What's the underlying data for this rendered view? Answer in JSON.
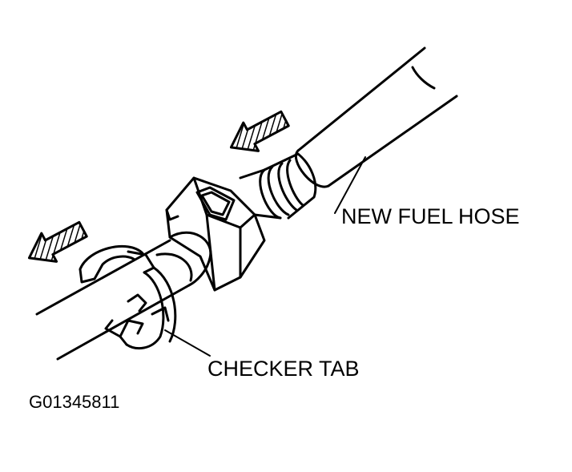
{
  "labels": {
    "new_fuel_hose": "NEW FUEL HOSE",
    "checker_tab": "CHECKER TAB",
    "figure_code": "G01345811"
  },
  "colors": {
    "ink": "#000000",
    "paper": "#ffffff"
  },
  "icons": {
    "arrow_upper": "hatched-arrow-left-icon",
    "arrow_lower": "hatched-arrow-left-icon"
  }
}
